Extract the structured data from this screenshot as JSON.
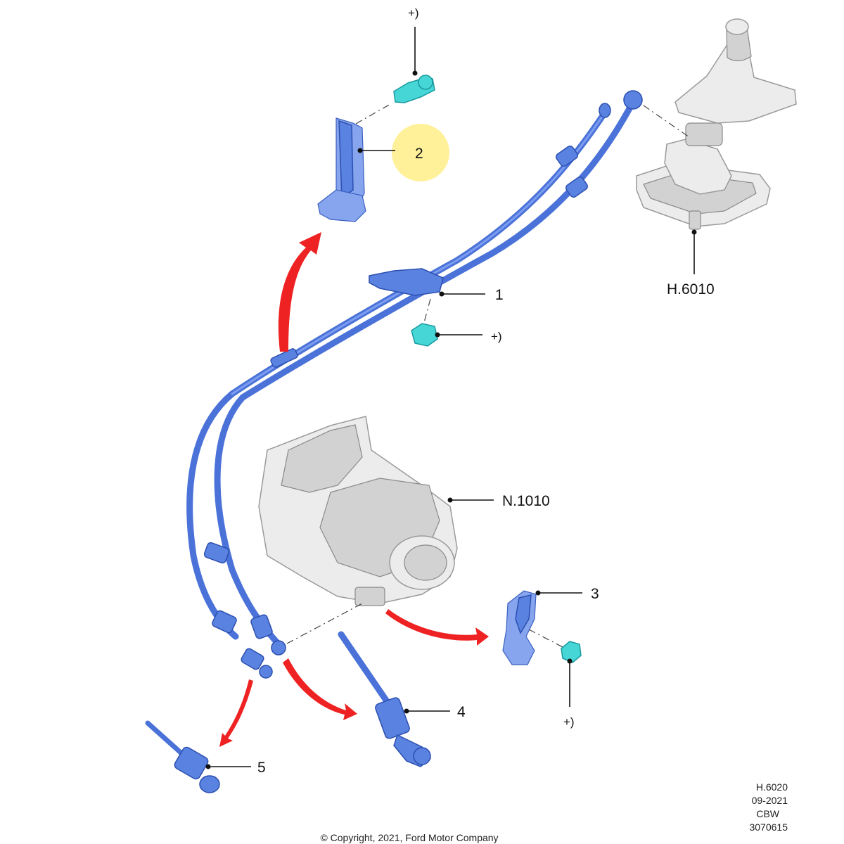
{
  "callouts": {
    "c1": "1",
    "c2": "2",
    "c3": "3",
    "c4": "4",
    "c5": "5",
    "transmission": "N.1010",
    "shifter": "H.6010",
    "fastener_top": "+)",
    "fastener_mid": "+)",
    "fastener_right": "+)"
  },
  "highlight": {
    "color": "#ffee88",
    "part": "2"
  },
  "colors": {
    "cable": "#4a72d8",
    "fastener": "#46d6d6",
    "arrow": "#ee2222",
    "housing": "#ececec"
  },
  "meta": {
    "line1": "H.6020",
    "line2": "09-2021",
    "line3": "CBW",
    "line4": "3070615"
  },
  "copyright": "© Copyright, 2021, Ford Motor Company"
}
